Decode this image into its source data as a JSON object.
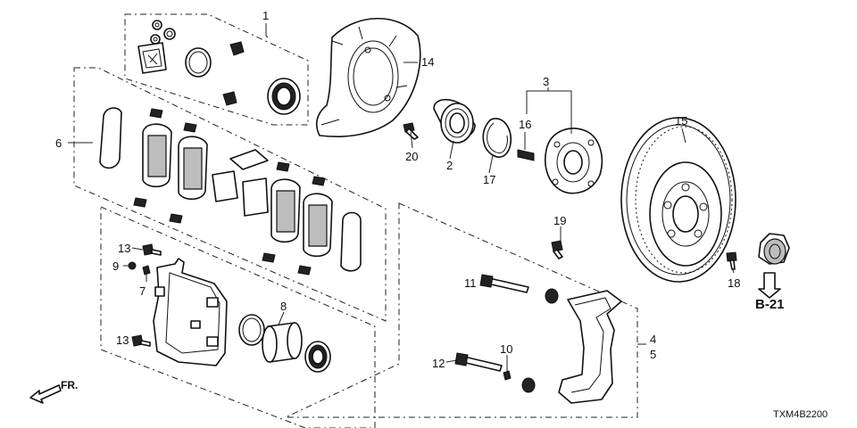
{
  "diagram": {
    "callouts": [
      "1",
      "2",
      "3",
      "4",
      "5",
      "6",
      "7",
      "8",
      "9",
      "10",
      "11",
      "12",
      "13",
      "13",
      "14",
      "15",
      "16",
      "17",
      "18",
      "19",
      "20"
    ],
    "reference": "B-21",
    "direction_label": "FR.",
    "drawing_code": "TXM4B2200"
  }
}
